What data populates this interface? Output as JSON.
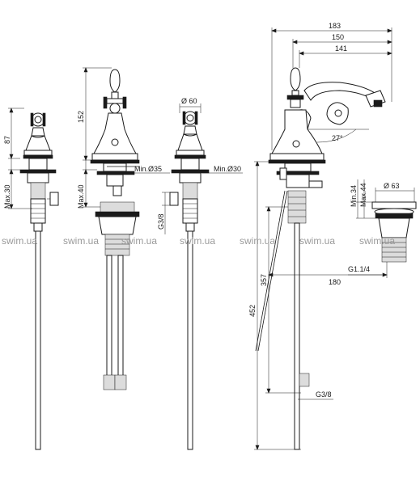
{
  "dimensions": {
    "d87": "87",
    "max30": "Max.30",
    "d152": "152",
    "max40": "Max.40",
    "min35": "Min.Ø35",
    "d60": "Ø 60",
    "min30": "Min.Ø30",
    "g38_left": "G3/8",
    "d183": "183",
    "d150": "150",
    "d141": "141",
    "angle27": "27°",
    "min34": "Min.34",
    "max44": "Max.44",
    "d63": "Ø 63",
    "g114": "G1.1/4",
    "d180": "180",
    "d357": "357",
    "d452": "452",
    "g38_bottom": "G3/8"
  },
  "watermarks": [
    "swim.ua",
    "swim.ua",
    "swim.ua",
    "swim.ua",
    "swim.ua",
    "swim.ua",
    "swim.ua"
  ]
}
